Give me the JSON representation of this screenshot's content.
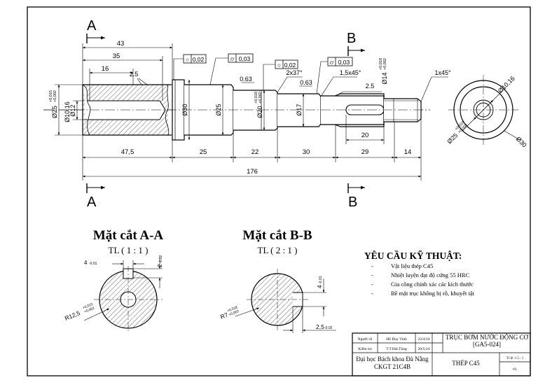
{
  "sections": {
    "a_top": "A",
    "a_bottom": "A",
    "b_top": "B",
    "b_bottom": "B"
  },
  "dims": {
    "d43": "43",
    "d35": "35",
    "d16": "16",
    "d25a": "2.5",
    "d063a": "0.63",
    "d063b": "0.63",
    "d2x37": "2x37°",
    "d15x45": "1,5x45°",
    "d25b": "2.5",
    "d1x45": "1x45°",
    "d475": "47,5",
    "d25": "25",
    "d22": "22",
    "d30": "30",
    "d29": "29",
    "d14": "14",
    "d20": "20",
    "d176": "176",
    "dia25": "Ø25",
    "dia25_tol_up": "+0,015",
    "dia25_tol_dn": "+0,002",
    "dia12": "Ø12",
    "dia1016": "Ø10,16",
    "dia30": "Ø30",
    "dia25b": "Ø25",
    "dia20": "Ø20",
    "dia20_tol_up": "+0,018",
    "dia20_tol_dn": "+0,002",
    "dia17": "Ø17",
    "dia14": "Ø14",
    "dia14_tol_up": "+0,018",
    "dia14_tol_dn": "+0,002",
    "end_dia1016": "Ø10,16",
    "end_dia25": "Ø25",
    "end_dia25_tol_up": "+0,015",
    "end_dia25_tol_dn": "+0,002",
    "end_dia30": "Ø30"
  },
  "tolerances": [
    {
      "symbol": "○",
      "value": "0,02"
    },
    {
      "symbol": "⌭",
      "value": "0,03"
    },
    {
      "symbol": "○",
      "value": "0,02"
    },
    {
      "symbol": "⌭",
      "value": "0,03"
    }
  ],
  "section_aa": {
    "title": "Mặt cắt A-A",
    "scale": "TL ( 1 : 1 )",
    "d4": "4",
    "d4_tol": "-0.01",
    "d2": "2",
    "d2_tol": "-0.02",
    "r": "R12,5",
    "r_tol_up": "+0,015",
    "r_tol_dn": "+0,002"
  },
  "section_bb": {
    "title": "Mặt cắt B-B",
    "scale": "TL ( 2 : 1 )",
    "d4": "4",
    "d4_tol": "-0.01",
    "r": "R7",
    "r_tol_up": "+0,018",
    "r_tol_dn": "+0,002",
    "d25": "2,5",
    "d25_tol": "-0.02"
  },
  "requirements": {
    "title": "YÊU CẦU KỸ THUẬT:",
    "items": [
      "Vật liệu thép C45",
      "Nhiệt luyện đạt độ cứng  55 HRC",
      "Gia công chính xác các kích thước",
      "Bề mặt trục không bị rỗ, khuyết tật"
    ]
  },
  "title_block": {
    "r1_label": "Người vẽ",
    "r1_name": "Hồ Duy Vinh",
    "r1_date": "22/4/24",
    "r2_label": "Kiểm tra",
    "r2_name": "T.T.Hải.Tùng",
    "r2_date": "20/5/24",
    "product": "TRỤC BƠM NƯỚC ĐỘNG CƠ [GA5-024]",
    "school": "Đại học Bách khoa Đà Nẵng",
    "class": "CKGT 21C4B",
    "material": "THÉP C45",
    "scale": "Tỉ lệ: 1.5 : 1",
    "sheet": "01"
  }
}
